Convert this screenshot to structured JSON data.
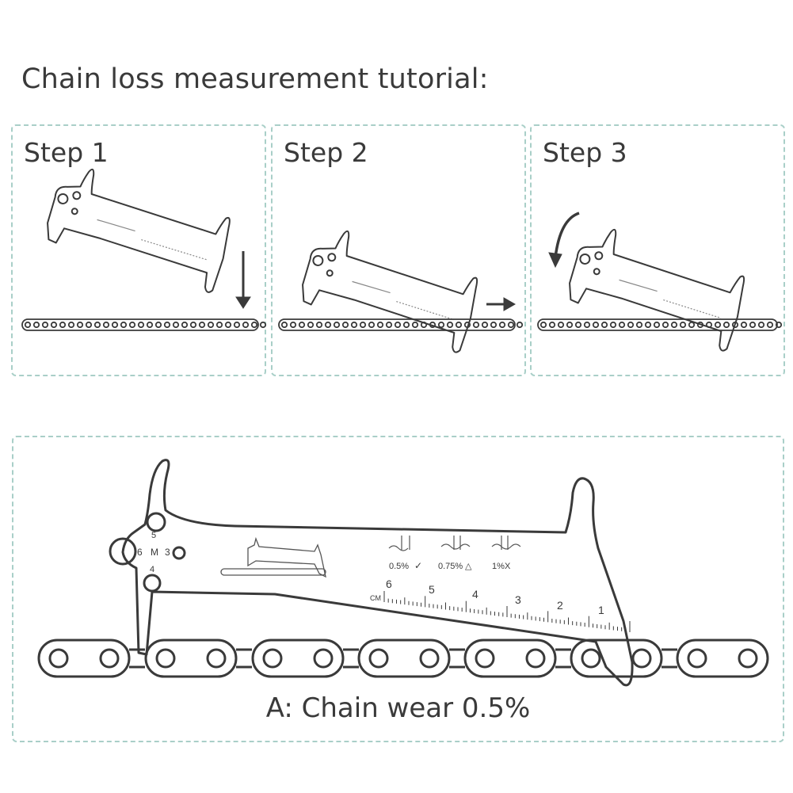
{
  "title": "Chain loss measurement tutorial:",
  "steps": [
    {
      "label": "Step 1"
    },
    {
      "label": "Step 2"
    },
    {
      "label": "Step 3"
    }
  ],
  "detail": {
    "caption": "A: Chain wear 0.5%",
    "hole_labels": [
      "5",
      "6",
      "M",
      "3",
      "4"
    ],
    "wear_labels": [
      "0.5%",
      "0.75%",
      "1%"
    ],
    "wear_marks": [
      "✓",
      "△",
      "X"
    ],
    "scale_unit": "CM",
    "scale_numbers": [
      "6",
      "5",
      "4",
      "3",
      "2",
      "1"
    ]
  },
  "colors": {
    "line": "#3a3a3a",
    "border": "#a9cfc8",
    "text": "#3a3a3a"
  },
  "icons": [
    "arrow-down-icon",
    "arrow-right-icon",
    "arrow-curved-icon"
  ]
}
